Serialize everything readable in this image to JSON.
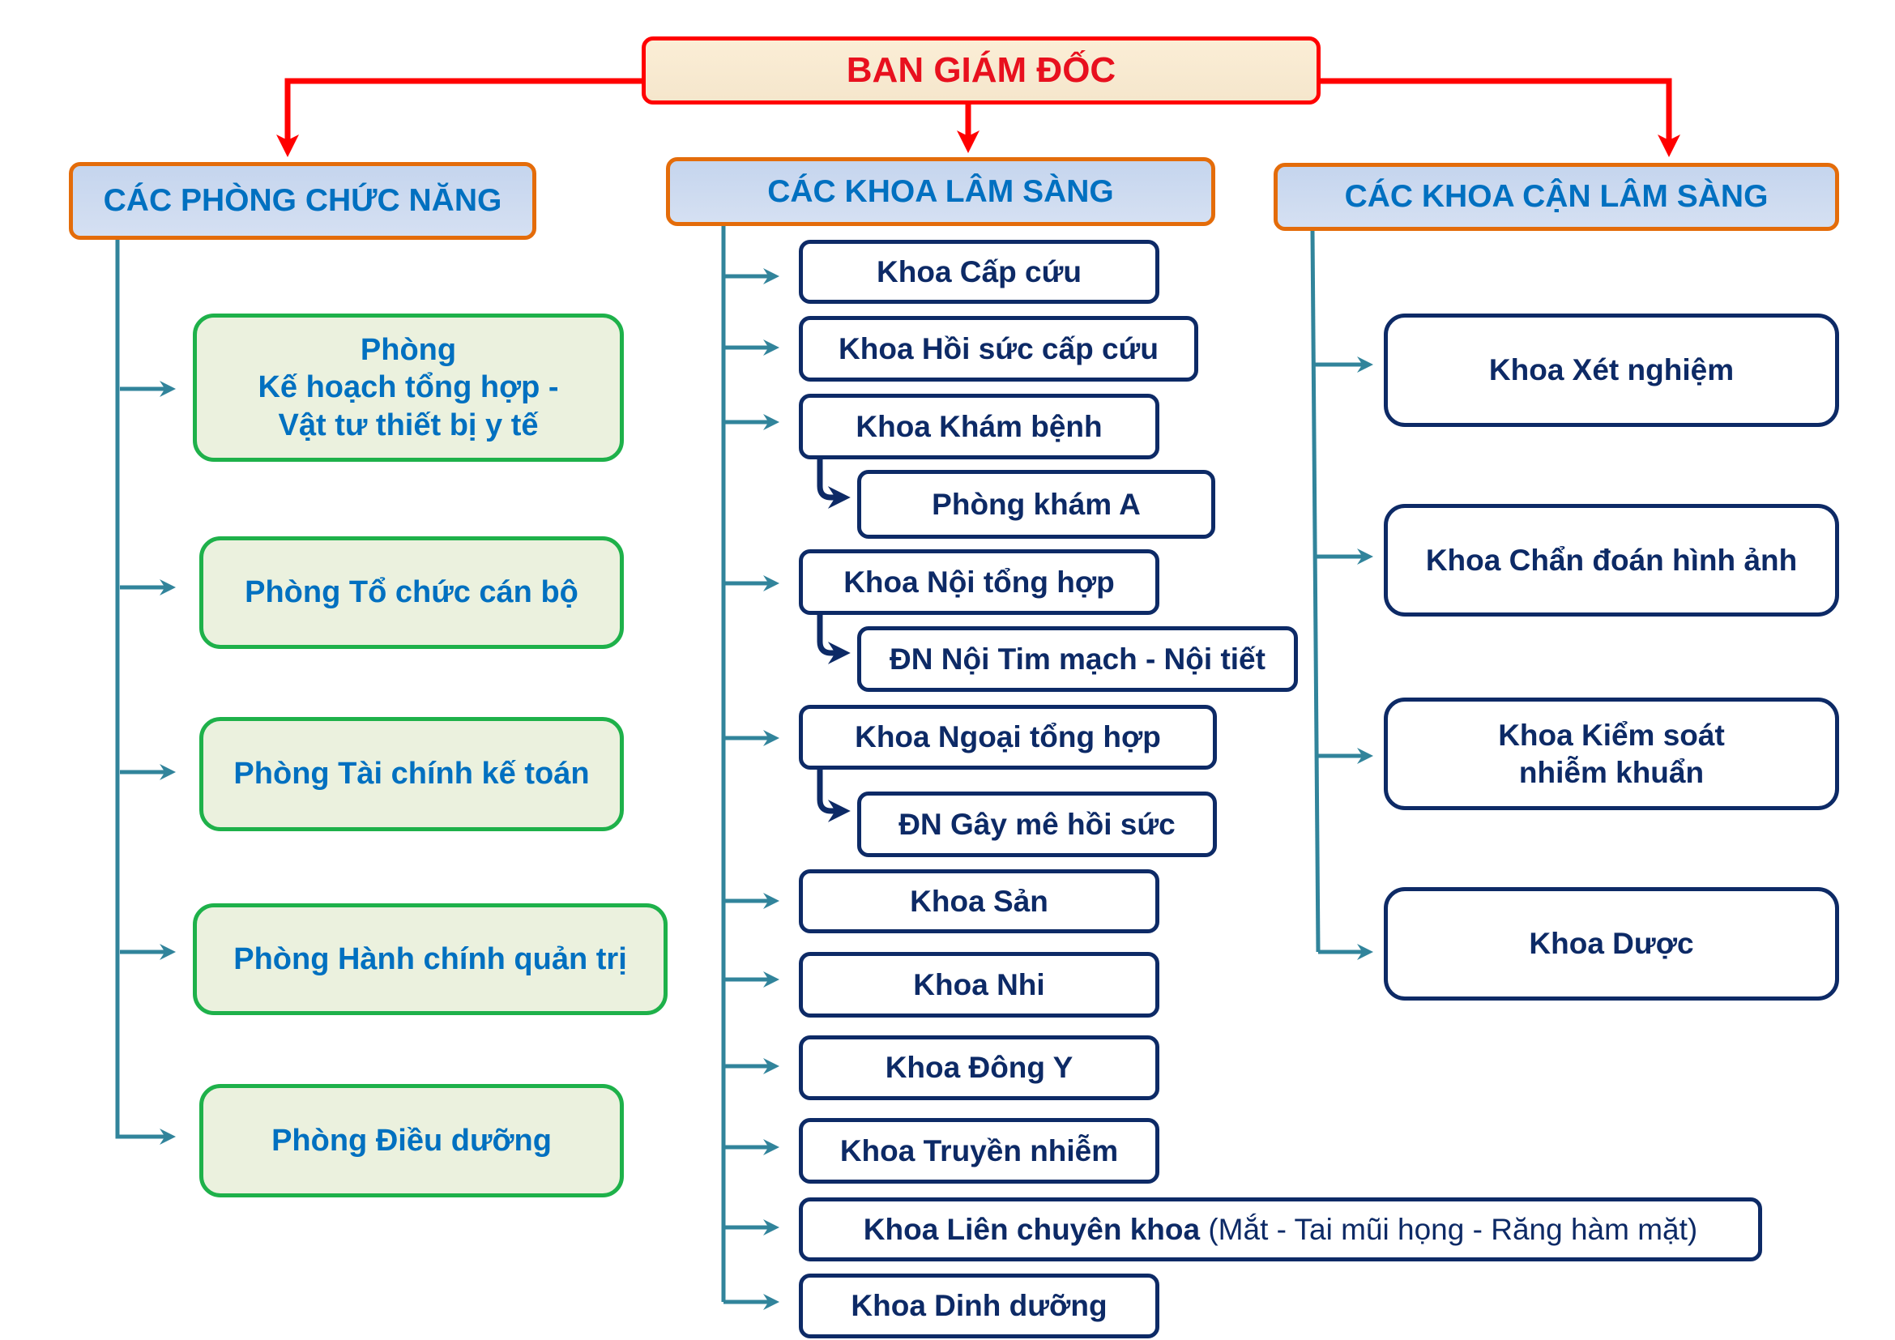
{
  "root": {
    "label": "BAN GIÁM ĐỐC"
  },
  "colors": {
    "root_text": "#e8101e",
    "root_border": "#ff0000",
    "header_border": "#e46c0a",
    "header_text": "#0070c0",
    "functional_border": "#1eb14a",
    "department_border": "#0d2a66",
    "connector_teal": "#31849b"
  },
  "groups": [
    {
      "label": "CÁC PHÒNG CHỨC NĂNG",
      "items": [
        {
          "label": "Phòng\nKế hoạch tổng hợp -\nVật tư thiết bị y tế"
        },
        {
          "label": "Phòng Tổ chức cán bộ"
        },
        {
          "label": "Phòng Tài chính kế toán"
        },
        {
          "label": "Phòng Hành chính quản trị"
        },
        {
          "label": "Phòng Điều dưỡng"
        }
      ]
    },
    {
      "label": "CÁC KHOA LÂM SÀNG",
      "items": [
        {
          "label": "Khoa Cấp cứu"
        },
        {
          "label": "Khoa Hồi sức cấp cứu"
        },
        {
          "label": "Khoa Khám bệnh",
          "children": [
            {
              "label": "Phòng khám A"
            }
          ]
        },
        {
          "label": "Khoa Nội tổng hợp",
          "children": [
            {
              "label": "ĐN Nội Tim mạch - Nội tiết"
            }
          ]
        },
        {
          "label": "Khoa Ngoại tổng hợp",
          "children": [
            {
              "label": "ĐN Gây mê hồi sức"
            }
          ]
        },
        {
          "label": "Khoa Sản"
        },
        {
          "label": "Khoa Nhi"
        },
        {
          "label": "Khoa Đông Y"
        },
        {
          "label": "Khoa Truyền nhiễm"
        },
        {
          "label": "Khoa Liên chuyên khoa",
          "note": " (Mắt - Tai mũi họng - Răng hàm mặt)"
        },
        {
          "label": "Khoa Dinh dưỡng"
        }
      ]
    },
    {
      "label": "CÁC KHOA CẬN LÂM SÀNG",
      "items": [
        {
          "label": "Khoa Xét nghiệm"
        },
        {
          "label": "Khoa Chẩn đoán hình ảnh"
        },
        {
          "label": "Khoa Kiểm soát\nnhiễm khuẩn"
        },
        {
          "label": "Khoa Dược"
        }
      ]
    }
  ]
}
